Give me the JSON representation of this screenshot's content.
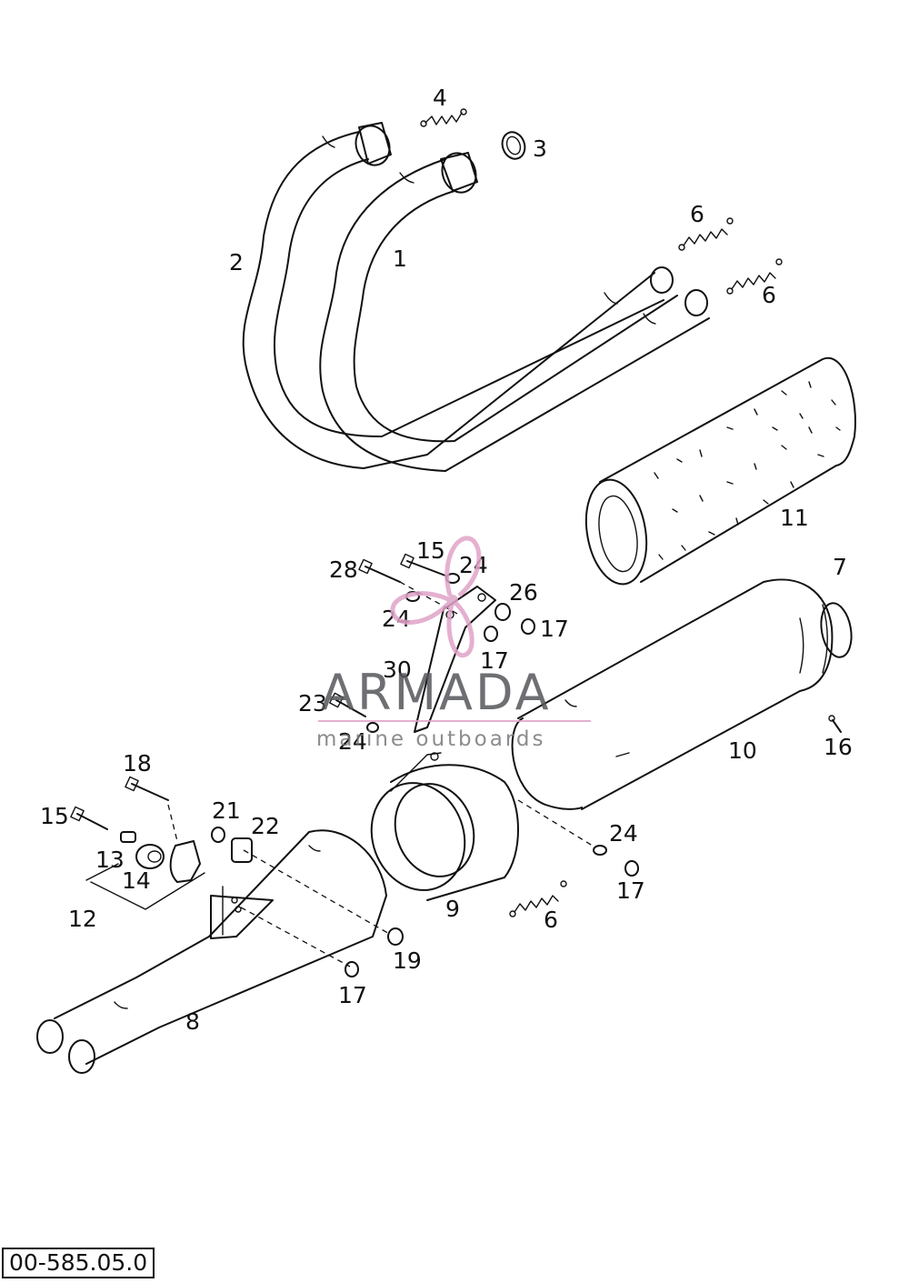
{
  "parts": {
    "p1": "1",
    "p2": "2",
    "p3": "3",
    "p4": "4",
    "p6a": "6",
    "p6b": "6",
    "p6c": "6",
    "p7": "7",
    "p8": "8",
    "p9": "9",
    "p10": "10",
    "p11": "11",
    "p12": "12",
    "p13": "13",
    "p14": "14",
    "p15a": "15",
    "p15b": "15",
    "p16": "16",
    "p17a": "17",
    "p17b": "17",
    "p17c": "17",
    "p17d": "17",
    "p18": "18",
    "p19": "19",
    "p21": "21",
    "p22": "22",
    "p23": "23",
    "p24a": "24",
    "p24b": "24",
    "p24c": "24",
    "p24d": "24",
    "p26": "26",
    "p28": "28",
    "p30": "30"
  },
  "watermark": {
    "brand": "ARMADA",
    "tagline": "marine outboards",
    "color": "#e0a3c8"
  },
  "drawing_id": "00-585.05.0"
}
